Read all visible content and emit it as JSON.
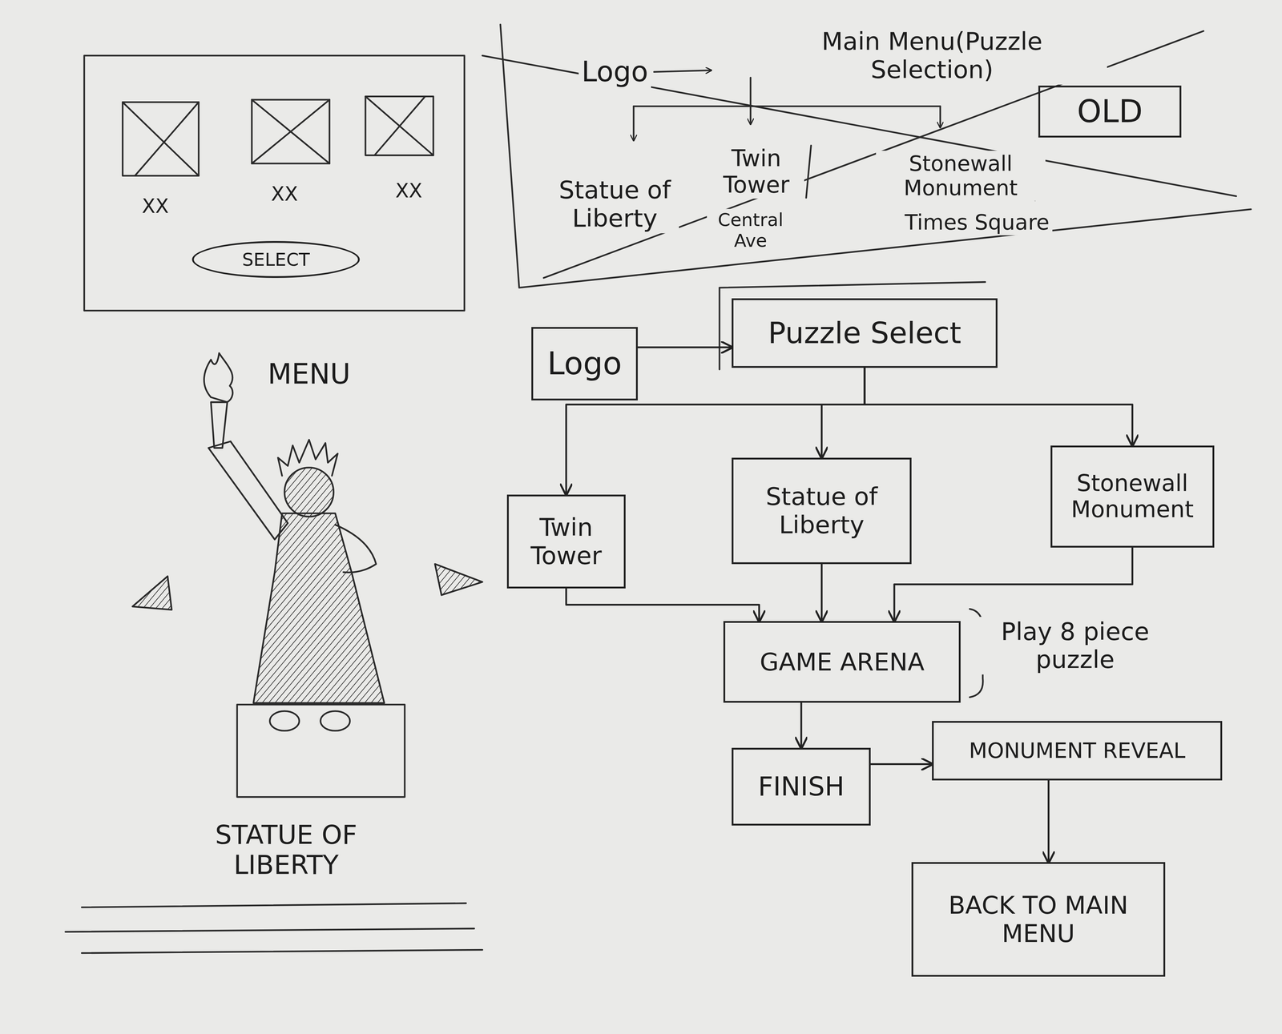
{
  "diagram": {
    "nodes": [
      {
        "text": [
          "SELECT"
        ]
      },
      {
        "text": [
          "OLD"
        ]
      },
      {
        "text": [
          "Logo"
        ]
      },
      {
        "text": [
          "Puzzle Select"
        ]
      },
      {
        "text": [
          "Twin Tower"
        ]
      },
      {
        "text": [
          "Statue of Liberty"
        ]
      },
      {
        "text": [
          "Stonewall Monument"
        ]
      },
      {
        "text": [
          "GAME ARENA"
        ]
      },
      {
        "text": [
          "FINISH"
        ]
      },
      {
        "text": [
          "MONUMENT REVEAL"
        ]
      },
      {
        "text": [
          "BACK TO MAIN MENU"
        ]
      }
    ],
    "edges": [
      {
        "from": 2,
        "to": 3,
        "arrow": "to"
      },
      {
        "from": 3,
        "to": 4,
        "arrow": "to"
      },
      {
        "from": 3,
        "to": 5,
        "arrow": "to"
      },
      {
        "from": 3,
        "to": 6,
        "arrow": "to"
      },
      {
        "from": 4,
        "to": 7,
        "arrow": "to"
      },
      {
        "from": 5,
        "to": 7,
        "arrow": "to"
      },
      {
        "from": 6,
        "to": 7,
        "arrow": "to"
      },
      {
        "from": 7,
        "to": 8,
        "arrow": "to"
      },
      {
        "from": 8,
        "to": 9,
        "arrow": "to"
      },
      {
        "from": 9,
        "to": 10,
        "arrow": "to"
      }
    ],
    "labels": [
      "XX",
      "XX",
      "XX",
      "Logo",
      "Main Menu(Puzzle Selection)",
      "Statue of Liberty",
      "Twin Tower",
      "Central Ave",
      "Stonewall Monument",
      "Times Square",
      "MENU",
      "STATUE OF LIBERTY",
      "Play 8 piece puzzle"
    ]
  }
}
